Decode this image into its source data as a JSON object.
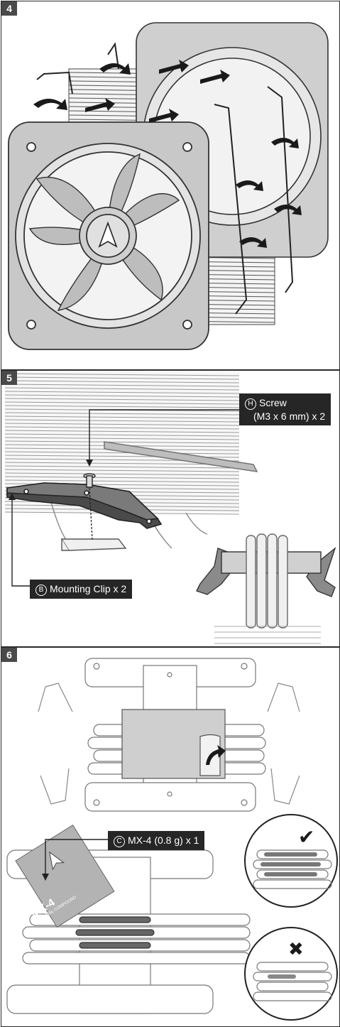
{
  "steps": [
    {
      "number": "4"
    },
    {
      "number": "5",
      "callouts": [
        {
          "letter": "H",
          "line1": "Screw",
          "line2": "(M3 x 6 mm) x 2"
        },
        {
          "letter": "B",
          "text": "Mounting Clip x 2"
        }
      ]
    },
    {
      "number": "6",
      "callouts": [
        {
          "letter": "C",
          "text": "MX-4 (0.8 g) x 1"
        }
      ],
      "paste_label": "MX-4",
      "paste_sublabel": "THERMAL COMPOUND",
      "check_symbol": "✔",
      "cross_symbol": "✖"
    }
  ],
  "icons": [
    "rotate-arrow-icon",
    "direction-arrow-icon",
    "check-icon",
    "cross-icon",
    "arctic-logo-icon"
  ]
}
